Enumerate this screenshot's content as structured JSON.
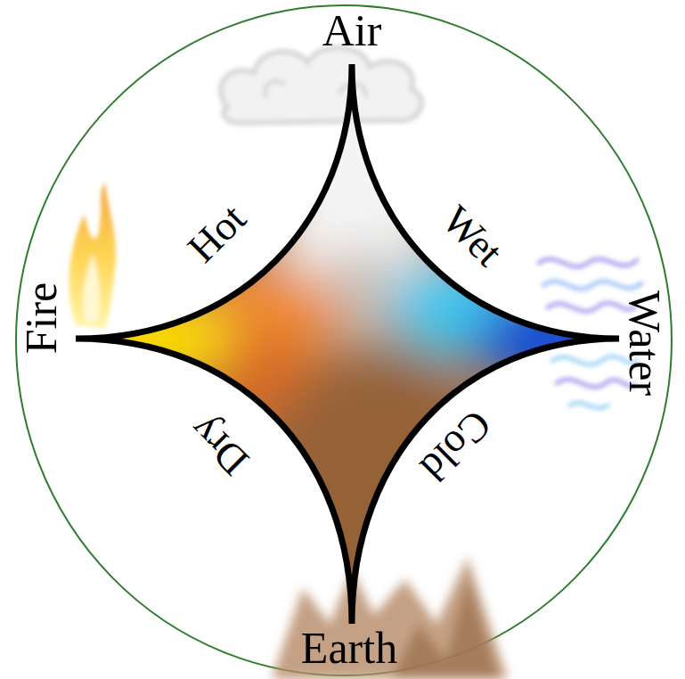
{
  "diagram": {
    "labels": [
      "Air",
      "Hot",
      "Wet",
      "Fire",
      "Water",
      "Dry",
      "Cold",
      "Earth"
    ]
  }
}
